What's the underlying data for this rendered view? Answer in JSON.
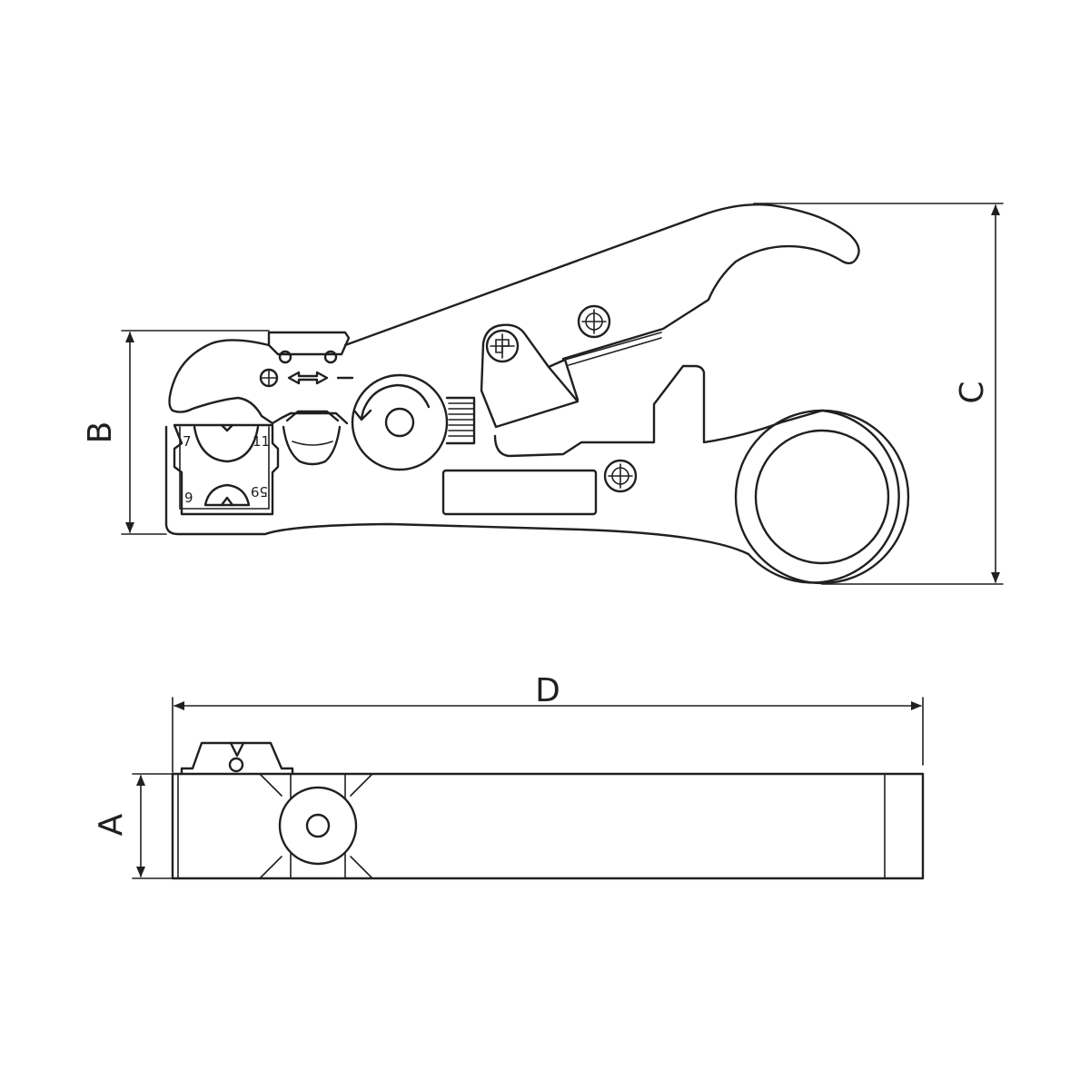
{
  "dimensions": {
    "a": "A",
    "b": "B",
    "c": "C",
    "d": "D"
  },
  "cutter_sizes": {
    "top_left": "7",
    "top_right": "11",
    "bottom_left": "9",
    "bottom_right": "59"
  },
  "colors": {
    "line": "#231f20",
    "background": "#ffffff"
  }
}
